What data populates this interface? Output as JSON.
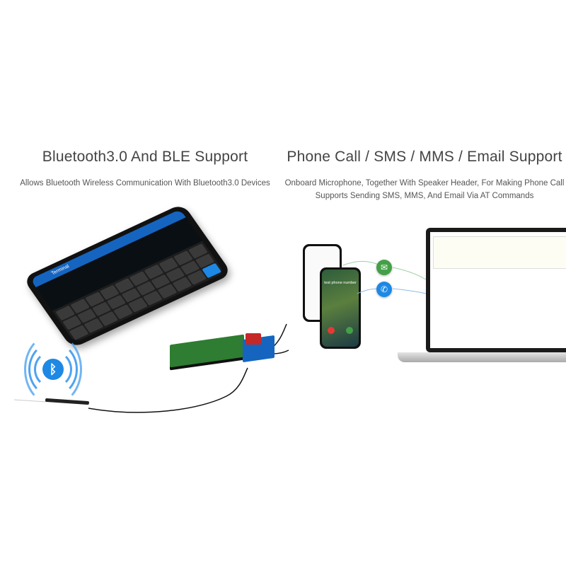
{
  "left_section": {
    "title": "Bluetooth3.0 And BLE Support",
    "description": "Allows Bluetooth Wireless Communication With Bluetooth3.0 Devices"
  },
  "right_section": {
    "title": "Phone Call / SMS / MMS / Email Support",
    "description_line1": "Onboard Microphone, Together With Speaker Header, For Making Phone Call",
    "description_line2": "Supports Sending SMS, MMS, And Email Via AT Commands"
  },
  "phone_app": {
    "title": "Terminal"
  },
  "incoming_call": {
    "label": "test phone number"
  },
  "icons": {
    "bluetooth": "bluetooth-icon",
    "message": "message-icon",
    "call": "phone-call-icon"
  },
  "colors": {
    "bluetooth_blue": "#1e88e5",
    "board_green": "#2e7d32",
    "message_green": "#43a047",
    "call_blue": "#1e88e5"
  }
}
